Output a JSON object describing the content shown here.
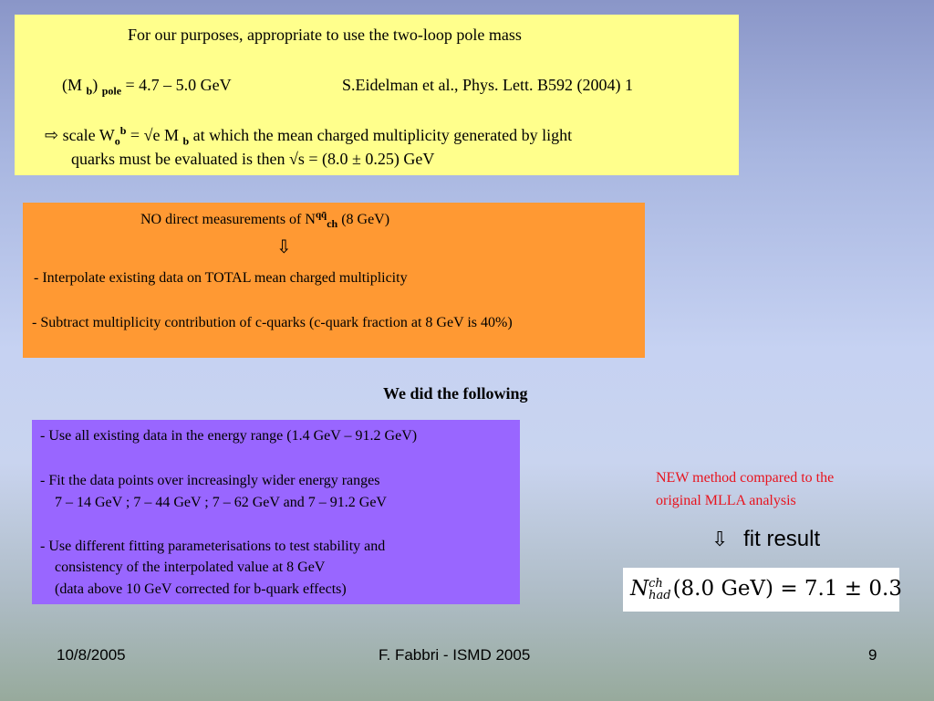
{
  "box1": {
    "line1": "For our purposes, appropriate to use the two-loop pole mass",
    "mass_open": "(M ",
    "mass_sub": "b",
    "mass_close": ") ",
    "mass_pole": "pole",
    "mass_value": " = 4.7 – 5.0 GeV",
    "reference": "S.Eidelman et al., Phys. Lett. B592 (2004) 1",
    "arrow": "⇨",
    "scale_a": " scale W",
    "scale_sub": "o",
    "scale_sup": "b",
    "scale_b": " = √e M ",
    "scale_msub": "b",
    "scale_c": "  at which the mean charged multiplicity generated by light",
    "line4": "quarks must be evaluated is then √s = (8.0 ± 0.25)  GeV"
  },
  "box2": {
    "line1_pre": "NO direct measurements of   N",
    "line1_sup": "qq̄",
    "line1_sub": "ch",
    "line1_post": " (8 GeV)",
    "arrow": "⇩",
    "line2": " - Interpolate existing data on TOTAL mean charged multiplicity",
    "line3": "- Subtract multiplicity contribution of c-quarks  (c-quark fraction at 8 GeV is 40%)"
  },
  "following": "We did the following",
  "box3": {
    "l1": "- Use all existing data in the energy range (1.4 GeV – 91.2 GeV)",
    "l2": "- Fit the data points over increasingly wider energy ranges",
    "l3": "7 – 14 GeV ; 7 – 44 GeV ; 7 – 62 GeV and  7 – 91.2 GeV",
    "l4": "- Use different fitting parameterisations to test stability and",
    "l5": "consistency of the interpolated value at 8 GeV",
    "l6": "(data above 10 GeV corrected for b-quark effects)"
  },
  "new_method": {
    "line1": "NEW method compared to the",
    "line2": "original MLLA analysis",
    "color": "#e8141e"
  },
  "fit": {
    "arrow": "⇩",
    "label": "fit result"
  },
  "formula": {
    "n": "N",
    "sup": "ch",
    "sub": "had",
    "rest": "(8.0 GeV) = 7.1 ± 0.3"
  },
  "footer": {
    "date": "10/8/2005",
    "title": "F. Fabbri - ISMD 2005",
    "page": "9"
  }
}
